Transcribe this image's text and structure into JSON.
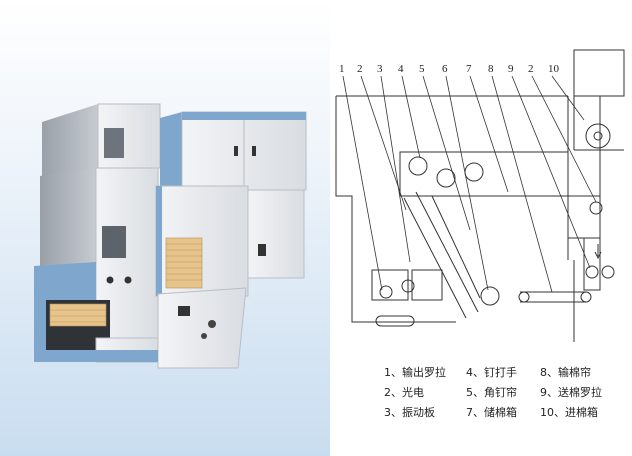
{
  "callout_numbers": [
    "1",
    "2",
    "3",
    "4",
    "5",
    "6",
    "7",
    "8",
    "9",
    "2",
    "10"
  ],
  "legend": [
    [
      "1、输出罗拉",
      "4、钉打手",
      "8、输棉帘"
    ],
    [
      "2、光电",
      "5、角钉帘",
      "9、送棉罗拉"
    ],
    [
      "3、振动板",
      "7、储棉箱",
      "10、进棉箱"
    ]
  ],
  "colors": {
    "machine_panel": "#e4e7eb",
    "machine_accent_blue": "#7fa6cc",
    "photo_backdrop_top": "#ffffff",
    "photo_backdrop_bottom": "#cfe2f2",
    "line": "#333333"
  }
}
